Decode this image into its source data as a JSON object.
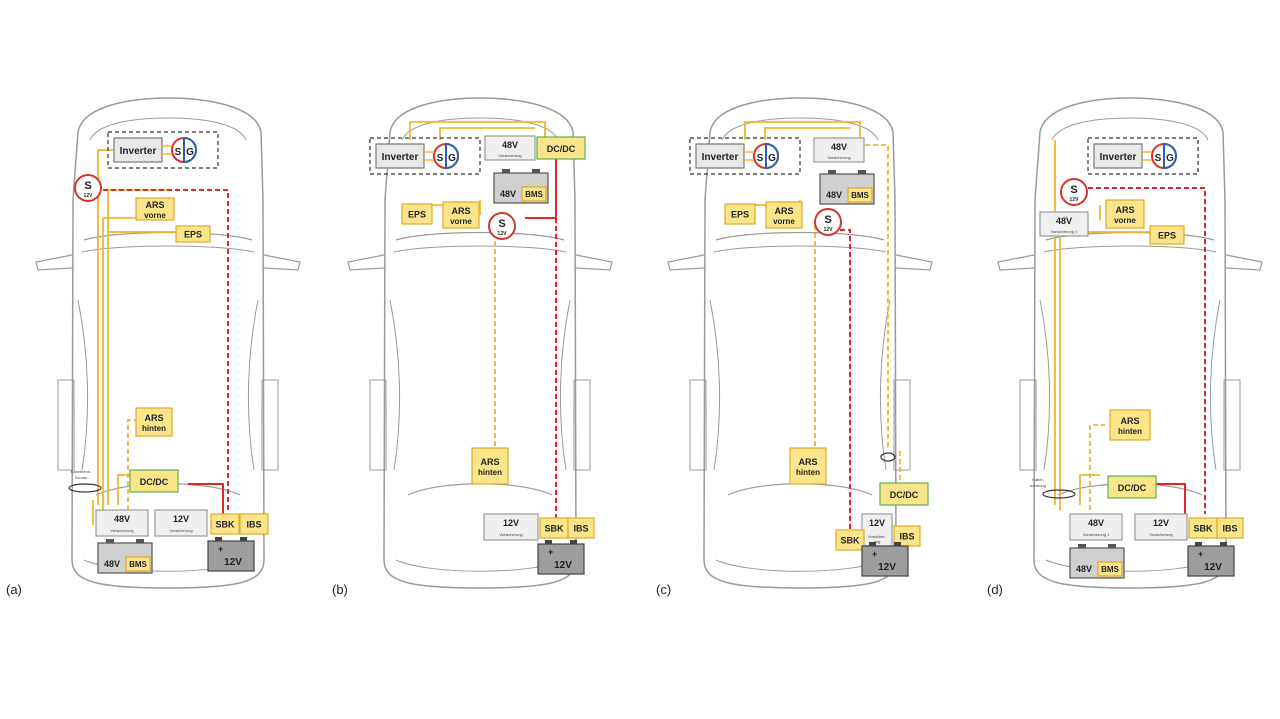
{
  "panels": [
    {
      "id": "a",
      "label": "(a)"
    },
    {
      "id": "b",
      "label": "(b)"
    },
    {
      "id": "c",
      "label": "(c)"
    },
    {
      "id": "d",
      "label": "(d)"
    }
  ],
  "components": {
    "inverter": "Inverter",
    "starter_s": "S",
    "starter_volt": "12V",
    "generator_s": "S",
    "generator_g": "G",
    "ars_front_1": "ARS",
    "ars_front_2": "vorne",
    "ars_rear_1": "ARS",
    "ars_rear_2": "hinten",
    "eps": "EPS",
    "dcdc": "DC/DC",
    "fuse48_1": "48V",
    "fuse48_2": "Vorsicherung",
    "fuse48_2d": "Vorsicherung 1",
    "fuse12_1": "12V",
    "fuse12_2": "Vorsicherung",
    "fuse12c_2": "Vorsicher-",
    "fuse12c_3": "ung",
    "sbk": "SBK",
    "ibs": "IBS",
    "battery48_1": "48V",
    "battery48_2": "BMS",
    "battery12": "12V",
    "disconnect_1": "Kabeltrenn-",
    "disconnect_2": "Schutz",
    "disconnect_d1": "Kabel-",
    "disconnect_d2": "trennung"
  },
  "colors": {
    "wire_48v": "#f2b630",
    "wire_12v": "#e0262a",
    "label_fill": "#fbe58a",
    "label_stroke": "#e3a825",
    "dcdc_stroke": "#5cb04a",
    "car_outline": "#9a9a9a",
    "battery_fill": "#d0d0d0",
    "starter_ring": "#d8332c",
    "generator_blue": "#2b5fb0"
  }
}
